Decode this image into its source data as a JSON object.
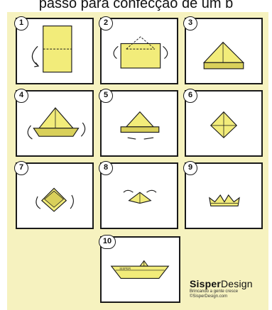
{
  "caption": "passo para confecção de um b",
  "steps": [
    "1",
    "2",
    "3",
    "4",
    "5",
    "6",
    "7",
    "8",
    "9",
    "10"
  ],
  "boat_label": "SISPER",
  "brand": {
    "name_bold": "Sisper",
    "name_light": "Design",
    "tagline": "Brincando a gente cresce",
    "site": "©SisperDesign.com"
  },
  "colors": {
    "background": "#f6f2bf",
    "paper": "#f2ec7a",
    "paper_shade": "#d9d05a",
    "line": "#1a1a1a"
  }
}
